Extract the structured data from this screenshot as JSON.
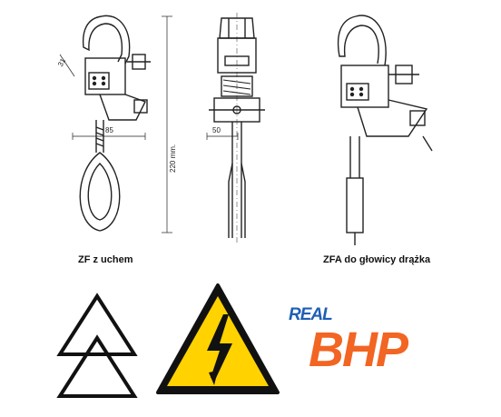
{
  "drawing_zf": {
    "caption": "ZF  z uchem",
    "dim_width": "85",
    "dim_height": "220 mm.",
    "dim_angle": "31"
  },
  "drawing_side": {
    "dim_width": "50"
  },
  "drawing_zfa": {
    "caption": "ZFA do głowicy drążka"
  },
  "logo": {
    "small_text": "REAL",
    "big_text": "BHP",
    "small_color": "#1e5fb4",
    "big_color": "#f26522"
  },
  "symbols": {
    "double_triangle_icon": "double-triangle-icon",
    "high_voltage_icon": "high-voltage-warning-icon",
    "warning_fill": "#ffd200"
  }
}
